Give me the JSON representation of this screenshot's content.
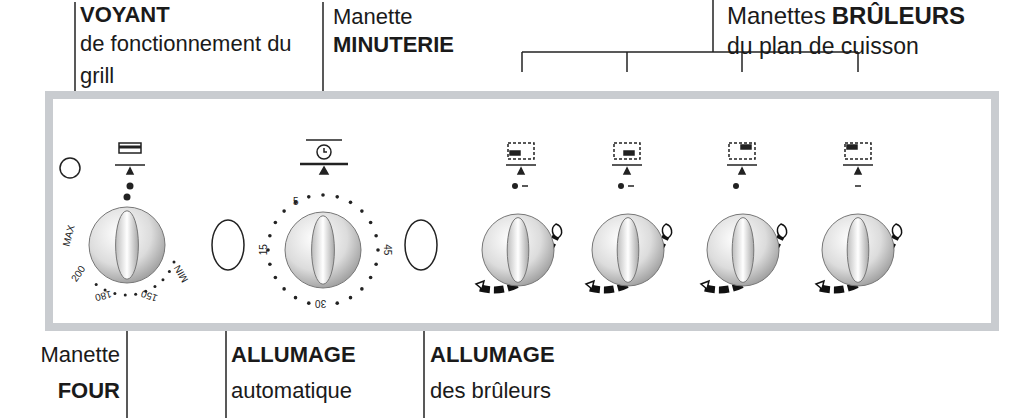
{
  "diagram": {
    "labels": [
      "VOYANT",
      "de fonctionnement du grill",
      "Manette",
      "MINUTERIE",
      "Manettes",
      "BRÛLEURS",
      "du plan de cuisson",
      "Manette",
      "FOUR",
      "ALLUMAGE",
      "automatique",
      "ALLUMAGE",
      "des brûleurs",
      "MAX",
      "200",
      "180",
      "150",
      "MIN",
      "5",
      "15",
      "45",
      "30"
    ]
  }
}
